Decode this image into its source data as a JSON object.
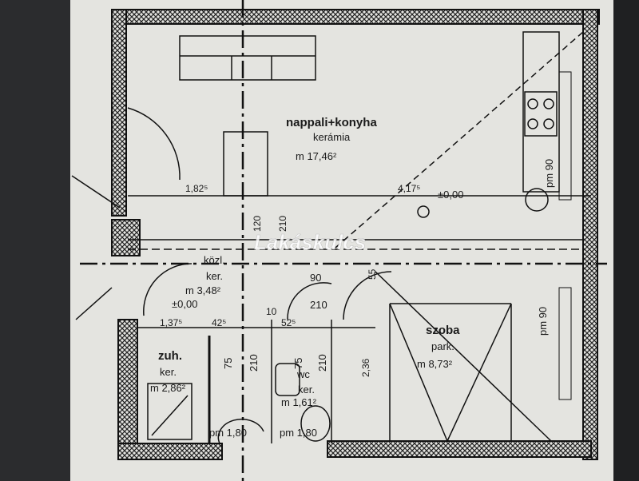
{
  "rooms": {
    "living": {
      "name": "nappali+konyha",
      "material": "kerámia",
      "area": "m 17,46²"
    },
    "hall": {
      "name": "közl.",
      "material": "ker.",
      "area": "m 3,48²",
      "level": "±0,00"
    },
    "shower": {
      "name": "zuh.",
      "material": "ker.",
      "area": "m 2,86²"
    },
    "wc": {
      "name": "wc",
      "material": "ker.",
      "area": "m 1,61²"
    },
    "bedroom": {
      "name": "szoba",
      "material": "park.",
      "area": "m 8,73²"
    }
  },
  "dimensions": {
    "living_left": "1,82⁵",
    "living_right": "4,17⁵",
    "living_level": "±0,00",
    "door_120": "120",
    "door_210a": "210",
    "door_90": "90",
    "door_210b": "210",
    "d_10": "10",
    "d_137": "1,37⁵",
    "d_42": "42⁵",
    "d_52": "52⁵",
    "d_55": "55",
    "d_75a": "75",
    "d_210c": "210",
    "d_75b": "75",
    "d_210d": "210",
    "d_236": "2,36",
    "pm90_top": "pm 90",
    "pm90_right": "pm 90",
    "pm180_a": "pm 1,80",
    "pm180_b": "pm 1,80"
  },
  "watermark": "Lakáskulcs"
}
